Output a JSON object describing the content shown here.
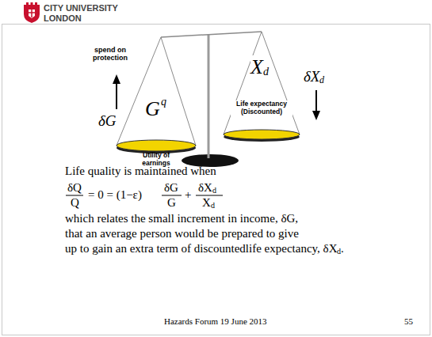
{
  "diagram": {
    "labels": [
      "CITY UNIVERSITY LONDON",
      "spend on protection",
      "δG",
      "G",
      "q",
      "Utility of earnings",
      "X",
      "d",
      "Life expectancy (Discounted)",
      "δX",
      "d",
      "Life quality is maintained when",
      "δQ",
      "Q",
      "= 0 = (1−ε)",
      "δG",
      "G",
      "+",
      "δX",
      "d",
      "X",
      "d",
      "which relates the small increment in income, δG,",
      "that an average person would be prepared to give",
      "up to gain an extra term of discountedlife expectancy, δX",
      "d",
      ".",
      "Hazards Forum 19 June 2013",
      "55"
    ]
  }
}
